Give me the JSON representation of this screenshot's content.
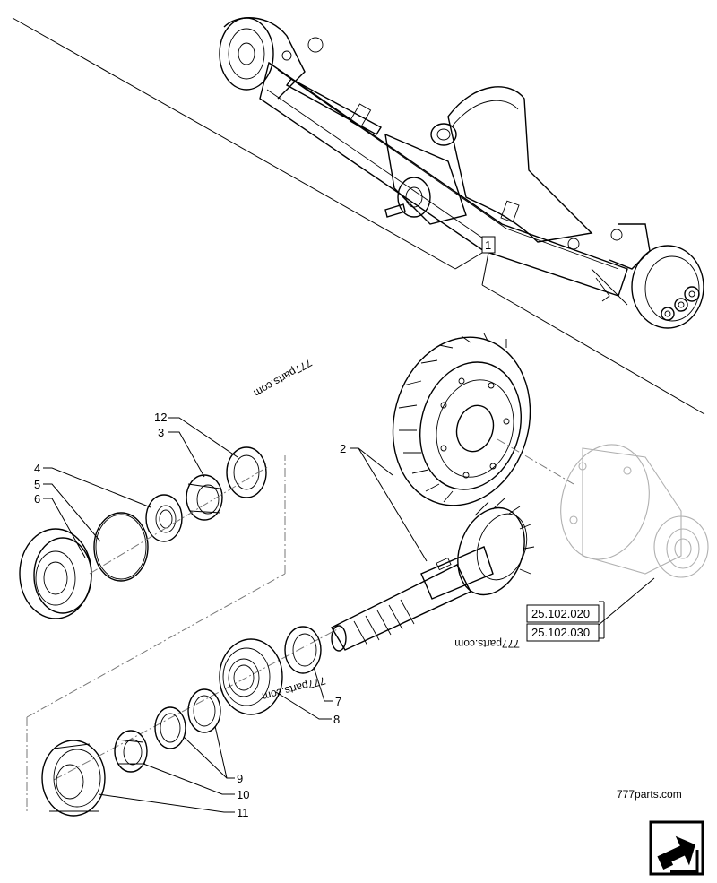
{
  "callouts": [
    {
      "id": "1",
      "text": "1"
    },
    {
      "id": "2",
      "text": "2"
    },
    {
      "id": "3",
      "text": "3"
    },
    {
      "id": "4",
      "text": "4"
    },
    {
      "id": "5",
      "text": "5"
    },
    {
      "id": "6",
      "text": "6"
    },
    {
      "id": "7",
      "text": "7"
    },
    {
      "id": "8",
      "text": "8"
    },
    {
      "id": "9",
      "text": "9"
    },
    {
      "id": "10",
      "text": "10"
    },
    {
      "id": "11",
      "text": "11"
    },
    {
      "id": "12",
      "text": "12"
    }
  ],
  "references": [
    "25.102.020",
    "25.102.030"
  ],
  "watermarks": [
    "777parts.com",
    "777parts.com",
    "777parts.com",
    "777parts.com"
  ],
  "nav_icon": "arrow-link-icon"
}
